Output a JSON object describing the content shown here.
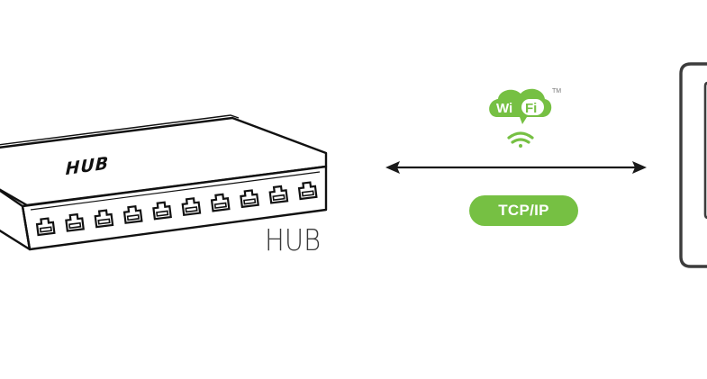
{
  "diagram": {
    "title": "HUB to device Wi-Fi TCP/IP connection",
    "hub": {
      "device_label": "HUB",
      "caption": "HUB",
      "port_count": 10
    },
    "link": {
      "wireless_logo_text_1": "Wi",
      "wireless_logo_text_2": "Fi",
      "trademark": "TM",
      "protocol_label": "TCP/IP",
      "direction": "bidirectional"
    },
    "endpoint": {
      "type": "device-outline"
    },
    "colors": {
      "accent_green": "#76c043",
      "line": "#1a1a1a",
      "device_outline": "#3c3c3c"
    }
  }
}
